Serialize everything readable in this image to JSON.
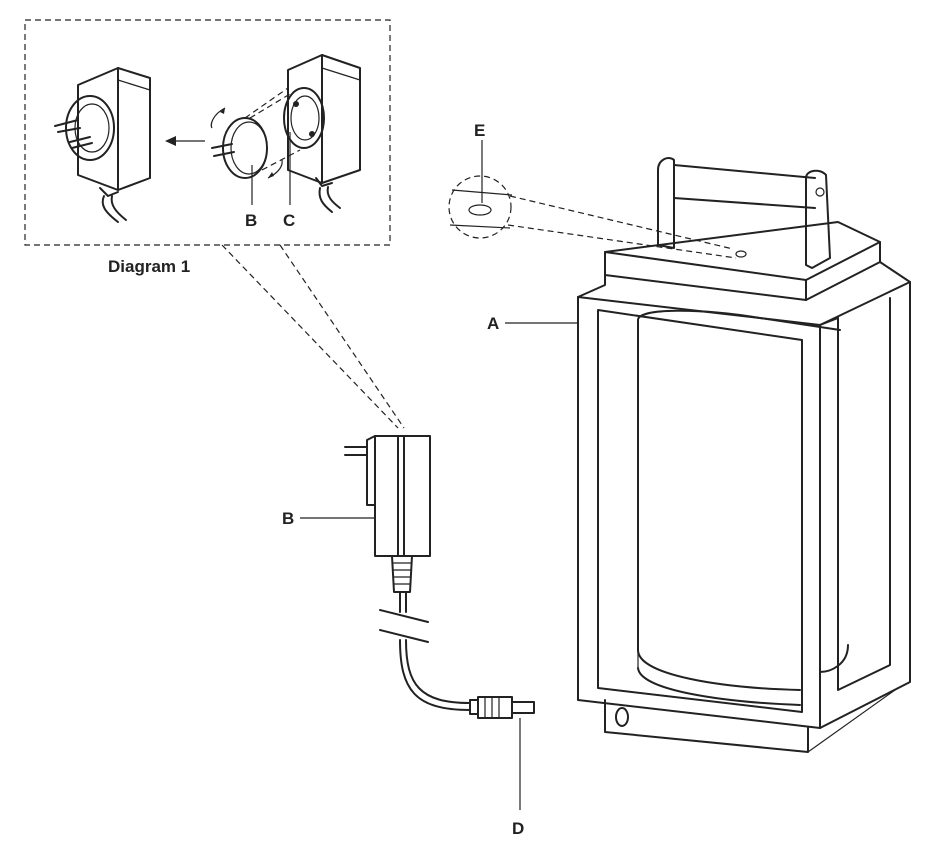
{
  "diagram": {
    "caption": "Diagram 1",
    "labels": {
      "a": "A",
      "b_detail": "B",
      "c_detail": "C",
      "b_main": "B",
      "d": "D",
      "e": "E"
    },
    "colors": {
      "line": "#222222",
      "background": "#ffffff"
    }
  }
}
